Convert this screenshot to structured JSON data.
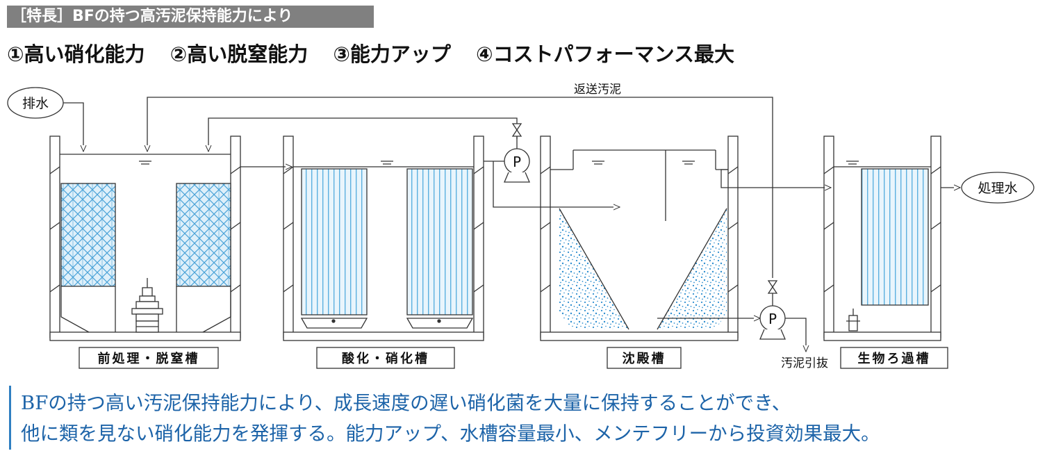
{
  "header": {
    "badge": "［特長］BFの持つ高汚泥保持能力により",
    "features": [
      "①高い硝化能力",
      "②高い脱窒能力",
      "③能力アップ",
      "④コストパフォーマンス最大"
    ]
  },
  "flow": {
    "inlet": "排水",
    "outlet": "処理水",
    "return_sludge": "返送汚泥",
    "sludge_withdrawal": "汚泥引抜",
    "pump_symbol": "P"
  },
  "tanks": [
    {
      "label": "前処理・脱窒槽"
    },
    {
      "label": "酸化・硝化槽"
    },
    {
      "label": "沈殿槽"
    },
    {
      "label": "生物ろ過槽"
    }
  ],
  "description": {
    "line1": "BFの持つ高い汚泥保持能力により、成長速度の遅い硝化菌を大量に保持することができ、",
    "line2": "他に類を見ない硝化能力を発揮する。能力アップ、水槽容量最小、メンテフリーから投資効果最大。"
  },
  "colors": {
    "media": "#4aa3d8",
    "media_light": "#dff0fa",
    "text_blue": "#1c63a8",
    "line": "#333333"
  }
}
